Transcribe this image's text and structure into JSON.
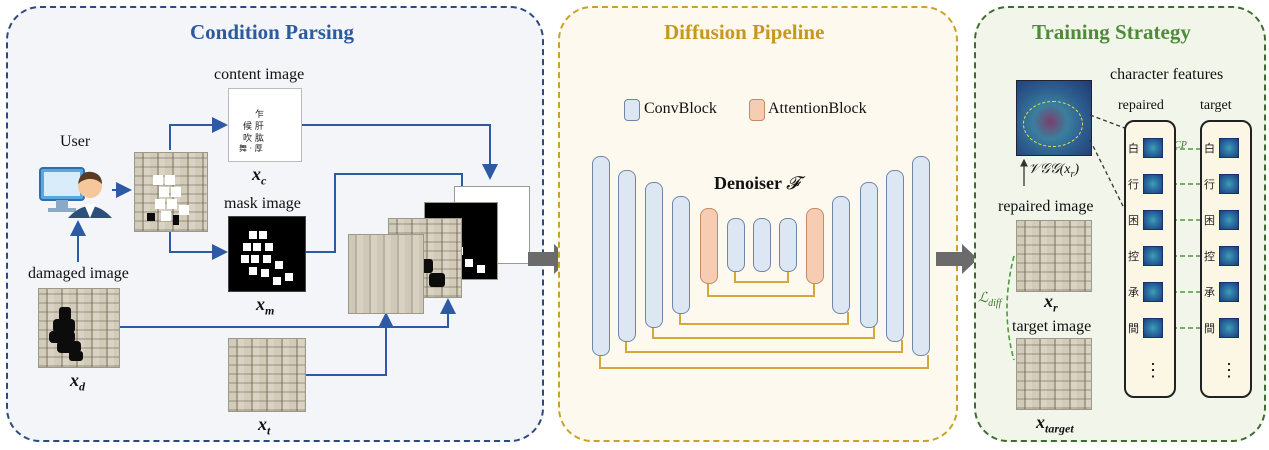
{
  "panels": {
    "condition": {
      "title": "Condition Parsing",
      "border_color": "#2c4a7e",
      "bg": "#f3f5f9",
      "title_color": "#2d5a9e"
    },
    "diffusion": {
      "title": "Diffusion Pipeline",
      "border_color": "#c9a227",
      "bg": "#fdf9ee",
      "title_color": "#c7971e"
    },
    "training": {
      "title": "Training Strategy",
      "border_color": "#3f6b2f",
      "bg": "#f2f6ea",
      "title_color": "#4f8a3a"
    }
  },
  "condition": {
    "user_label": "User",
    "damaged_label": "damaged image",
    "content_label": "content image",
    "mask_label": "mask image",
    "x_c": "x",
    "x_c_sub": "c",
    "x_m": "x",
    "x_m_sub": "m",
    "x_d": "x",
    "x_d_sub": "d",
    "x_t": "x",
    "x_t_sub": "t"
  },
  "diffusion": {
    "legend": [
      {
        "label": "ConvBlock",
        "color": "#dde7f4"
      },
      {
        "label": "AttentionBlock",
        "color": "#f6cdb2"
      }
    ],
    "denoiser_label": "Denoiser",
    "denoiser_symbol": "𝓕"
  },
  "training": {
    "character_features_label": "character features",
    "repaired_col_label": "repaired",
    "target_col_label": "target",
    "vgg_label": "𝒱𝒢𝒢(x",
    "vgg_sub": "r",
    "vgg_close": ")",
    "repaired_image_label": "repaired image",
    "target_image_label": "target image",
    "loss_cp": "ℒ",
    "loss_cp_sub": "CP",
    "loss_diff": "ℒ",
    "loss_diff_sub": "diff",
    "x_r": "x",
    "x_r_sub": "r",
    "x_target": "x",
    "x_target_sub": "target",
    "characters": [
      "白",
      "行",
      "困",
      "控",
      "承",
      "間"
    ],
    "ellipsis": "⋮"
  }
}
